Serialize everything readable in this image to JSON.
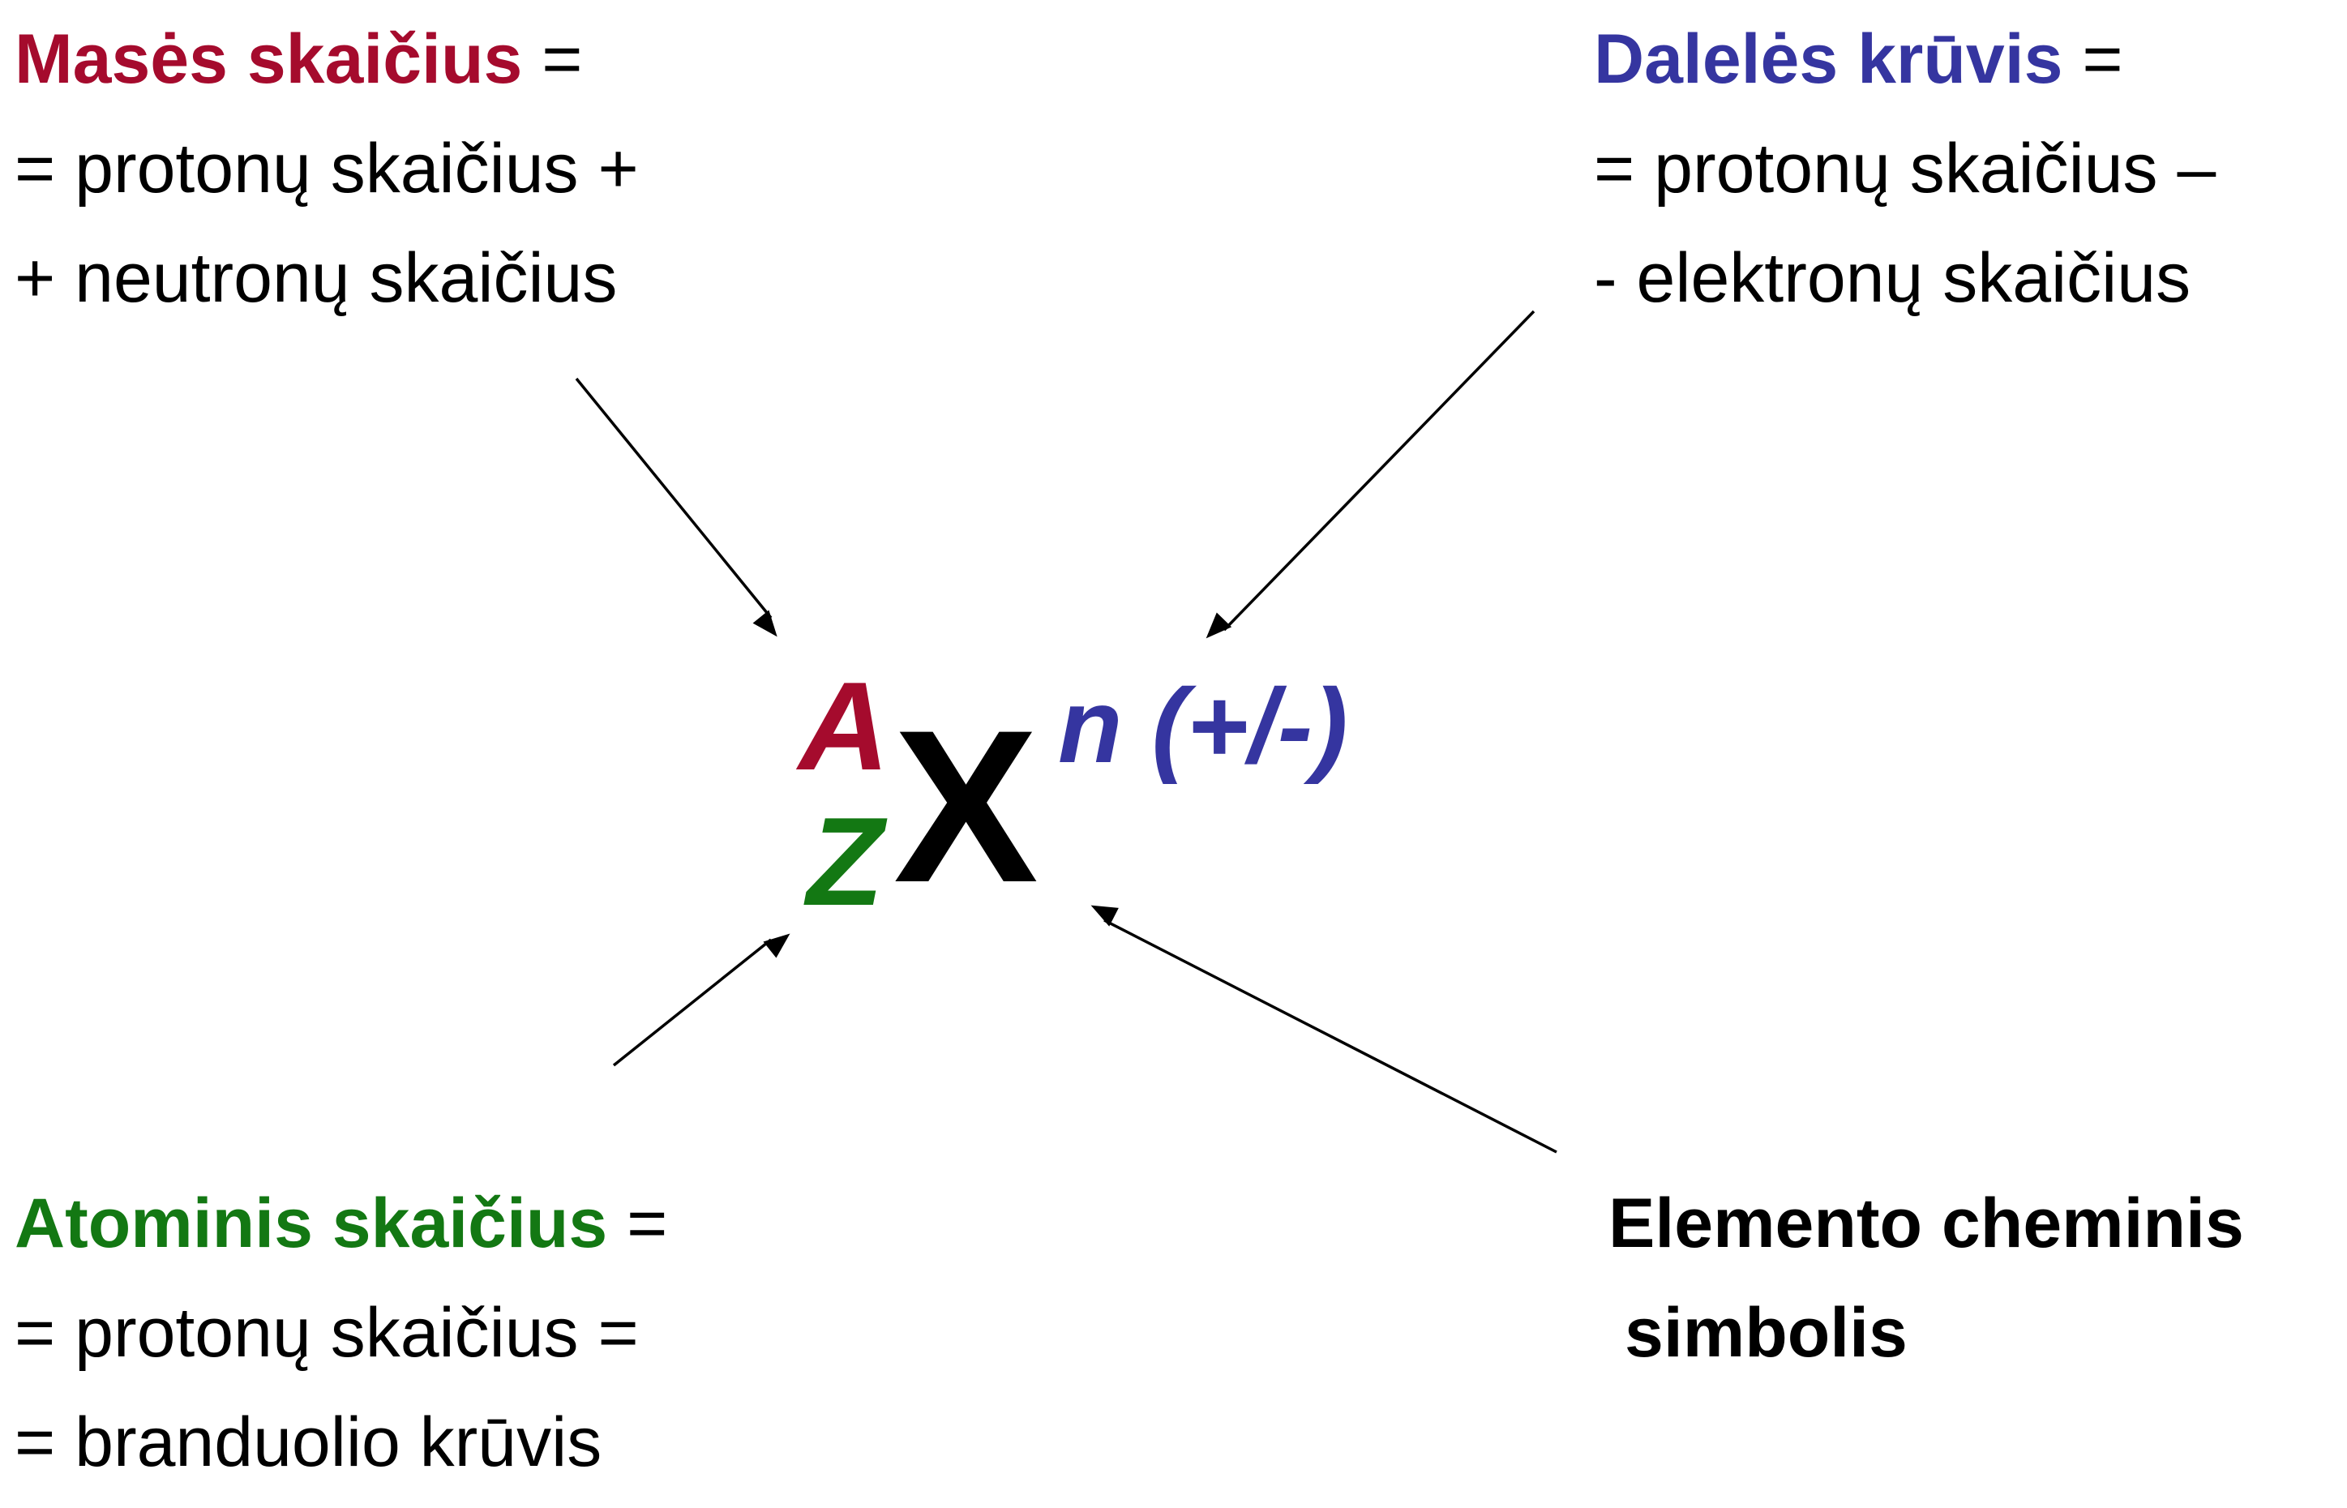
{
  "mass_number": {
    "title": "Masės skaičius",
    "eq": " =",
    "line2": "= protonų skaičius +",
    "line3": "+ neutronų skaičius"
  },
  "particle_charge": {
    "title": "Dalelės krūvis",
    "eq": " =",
    "line2": "= protonų skaičius –",
    "line3": "- elektronų skaičius"
  },
  "atomic_number": {
    "title": "Atominis skaičius",
    "eq": " =",
    "line2": "= protonų skaičius =",
    "line3": "= branduolio krūvis"
  },
  "element_symbol": {
    "line1": "Elemento cheminis",
    "line2": "simbolis"
  },
  "notation": {
    "A": "A",
    "Z": "Z",
    "X": "X",
    "charge": "n (+/-)"
  },
  "colors": {
    "mass": "#a50b2d",
    "charge": "#3535a0",
    "atomic": "#137813"
  }
}
